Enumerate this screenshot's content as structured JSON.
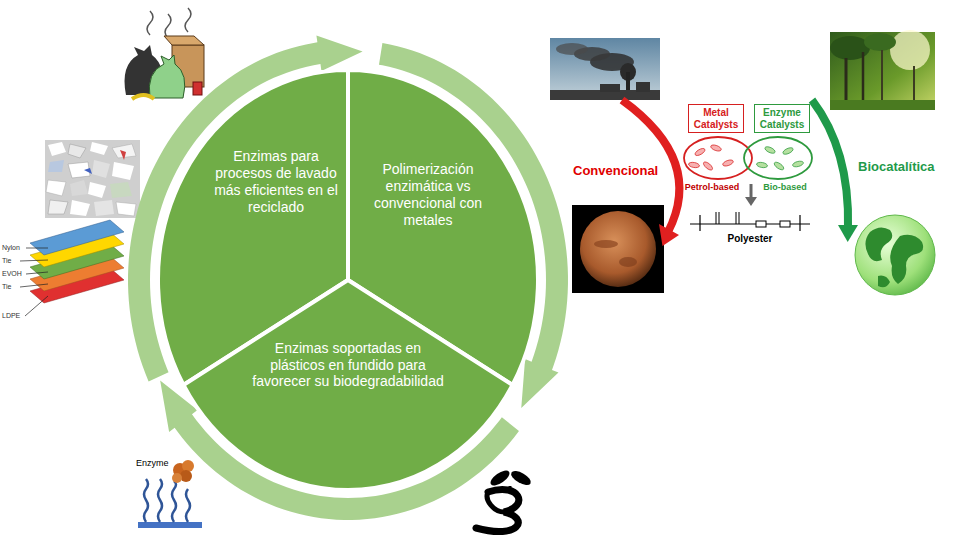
{
  "diagram": {
    "nodes": [
      {
        "text": [
          "Enzimas para procesos de lavado más eficientes en el reciclado"
        ]
      },
      {
        "text": [
          "Polimerización enzimática vs convencional con metales"
        ]
      },
      {
        "text": [
          "Enzimas soportadas en plásticos en fundido para favorecer su biodegradabilidad"
        ]
      },
      {
        "text": [
          "Metal Catalysts"
        ]
      },
      {
        "text": [
          "Enzyme Catalysts"
        ]
      }
    ],
    "edges": [
      {
        "from": 0,
        "to": 1,
        "arrow": "to"
      },
      {
        "from": 1,
        "to": 2,
        "arrow": "to"
      },
      {
        "from": 2,
        "to": 0,
        "arrow": "to"
      }
    ],
    "labels": [
      "Nylon",
      "Tie",
      "EVOH",
      "Tie",
      "LDPE",
      "Enzyme",
      "Convencional",
      "Petrol-based",
      "Bio-based",
      "Polyester",
      "Biocatalítica"
    ]
  }
}
